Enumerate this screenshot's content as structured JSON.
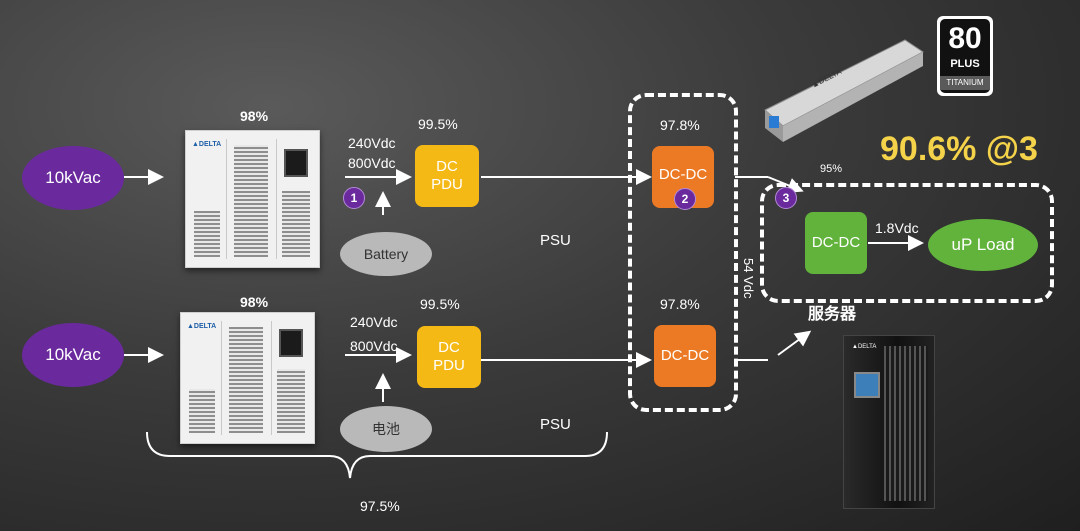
{
  "row1": {
    "input": "10kVac",
    "ups_eff": "98%",
    "voltage_a": "240Vdc",
    "voltage_b": "800Vdc",
    "pdu_eff": "99.5%",
    "pdu_line1": "DC",
    "pdu_line2": "PDU",
    "battery": "Battery",
    "psu": "PSU",
    "dcdc_eff": "97.8%",
    "dcdc": "DC-DC"
  },
  "row2": {
    "input": "10kVac",
    "ups_eff": "98%",
    "voltage_a": "240Vdc",
    "voltage_b": "800Vdc",
    "pdu_eff": "99.5%",
    "pdu_line1": "DC",
    "pdu_line2": "PDU",
    "battery": "电池",
    "psu": "PSU",
    "dcdc_eff": "97.8%",
    "dcdc": "DC-DC"
  },
  "badges": [
    "1",
    "2",
    "3"
  ],
  "server": {
    "eff": "95%",
    "bus_voltage": "54 Vdc",
    "dcdc": "DC-DC",
    "out_voltage": "1.8Vdc",
    "load": "uP Load",
    "label": "服务器"
  },
  "headline": "90.6% @3",
  "bracket_total": "97.5%",
  "cert": {
    "number": "80",
    "plus": "PLUS",
    "tier": "TITANIUM"
  },
  "colors": {
    "purple": "#6a2a9e",
    "yellow": "#f5b915",
    "orange": "#ec7a25",
    "green": "#61b33c",
    "headline": "#f4d34a"
  }
}
